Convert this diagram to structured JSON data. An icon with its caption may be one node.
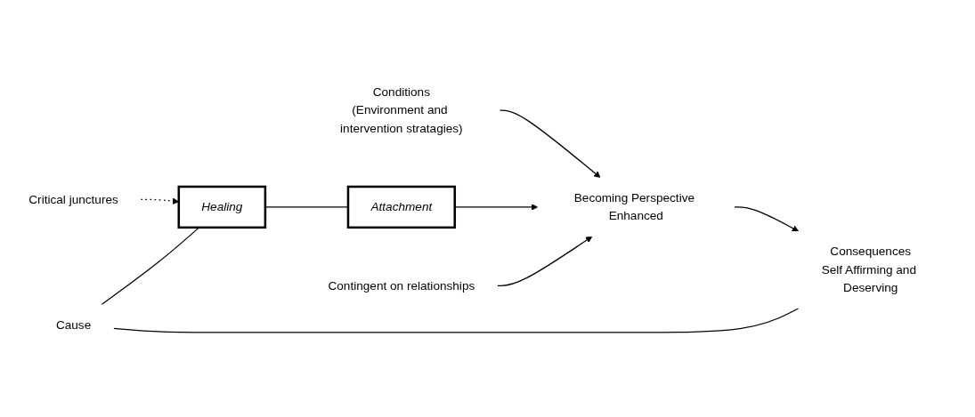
{
  "diagram": {
    "nodes": [
      {
        "text": [
          "Conditions",
          "(Environment and intervention stratagies)"
        ]
      },
      {
        "text": [
          "Critical junctures"
        ]
      },
      {
        "text": [
          "Cause"
        ]
      },
      {
        "text": [
          "Healing"
        ]
      },
      {
        "text": [
          "Attachment"
        ]
      },
      {
        "text": [
          "Becoming Perspective Enhanced"
        ]
      },
      {
        "text": [
          "Consequences",
          "Self Affirming and Deserving"
        ]
      },
      {
        "text": [
          "Contingent on relationships"
        ]
      }
    ],
    "edges": [
      {
        "from": 0,
        "to": 5,
        "arrow": "to"
      },
      {
        "from": 1,
        "to": 3,
        "arrow": "to",
        "style": "dashed"
      },
      {
        "from": 2,
        "to": 3,
        "arrow": "none"
      },
      {
        "from": 3,
        "to": 4,
        "arrow": "none"
      },
      {
        "from": 4,
        "to": 5,
        "arrow": "to"
      },
      {
        "from": 5,
        "to": 6,
        "arrow": "to"
      },
      {
        "from": 2,
        "to": 6,
        "arrow": "none"
      },
      {
        "from": 7,
        "to": 5,
        "arrow": "to"
      }
    ]
  }
}
